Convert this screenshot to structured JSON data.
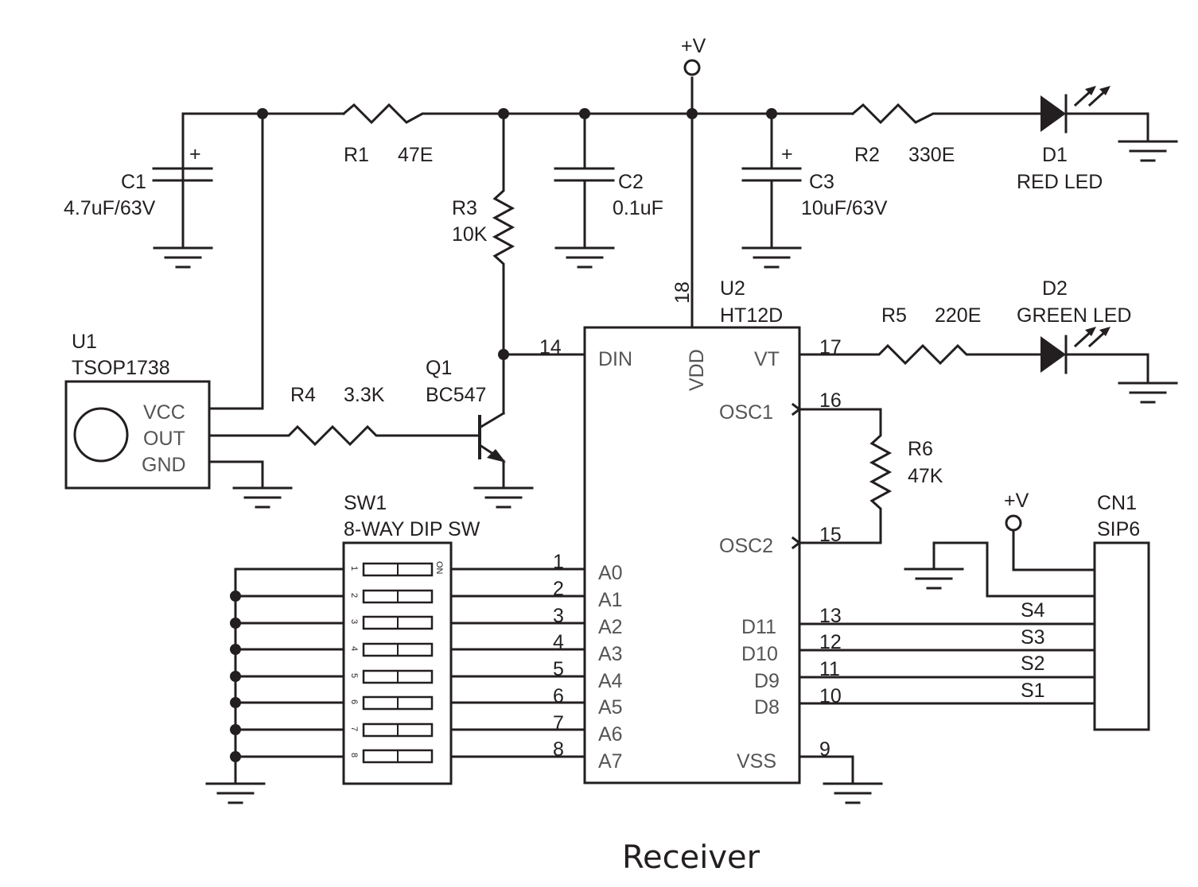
{
  "caption": "Receiver",
  "power": {
    "top_label": "+V",
    "cn_label": "+V"
  },
  "c1": {
    "ref": "C1",
    "value": "4.7uF/63V",
    "pol": "+"
  },
  "c2": {
    "ref": "C2",
    "value": "0.1uF"
  },
  "c3": {
    "ref": "C3",
    "value": "10uF/63V",
    "pol": "+"
  },
  "r1": {
    "ref": "R1",
    "value": "47E"
  },
  "r2": {
    "ref": "R2",
    "value": "330E"
  },
  "r3": {
    "ref": "R3",
    "value": "10K"
  },
  "r4": {
    "ref": "R4",
    "value": "3.3K"
  },
  "r5": {
    "ref": "R5",
    "value": "220E"
  },
  "r6": {
    "ref": "R6",
    "value": "47K"
  },
  "d1": {
    "ref": "D1",
    "value": "RED LED"
  },
  "d2": {
    "ref": "D2",
    "value": "GREEN LED"
  },
  "q1": {
    "ref": "Q1",
    "value": "BC547"
  },
  "u1": {
    "ref": "U1",
    "value": "TSOP1738",
    "pins": [
      "VCC",
      "OUT",
      "GND"
    ]
  },
  "u2": {
    "ref": "U2",
    "value": "HT12D",
    "left_pins": [
      {
        "name": "DIN",
        "num": "14"
      },
      {
        "name": "A0",
        "num": "1"
      },
      {
        "name": "A1",
        "num": "2"
      },
      {
        "name": "A2",
        "num": "3"
      },
      {
        "name": "A3",
        "num": "4"
      },
      {
        "name": "A4",
        "num": "5"
      },
      {
        "name": "A5",
        "num": "6"
      },
      {
        "name": "A6",
        "num": "7"
      },
      {
        "name": "A7",
        "num": "8"
      }
    ],
    "right_pins": [
      {
        "name": "VT",
        "num": "17"
      },
      {
        "name": "OSC1",
        "num": "16"
      },
      {
        "name": "OSC2",
        "num": "15"
      },
      {
        "name": "D11",
        "num": "13"
      },
      {
        "name": "D10",
        "num": "12"
      },
      {
        "name": "D9",
        "num": "11"
      },
      {
        "name": "D8",
        "num": "10"
      },
      {
        "name": "VSS",
        "num": "9"
      }
    ],
    "top_pin": {
      "name": "VDD",
      "num": "18"
    }
  },
  "sw1": {
    "ref": "SW1",
    "value": "8-WAY DIP SW",
    "on_label": "ON",
    "positions": [
      "1",
      "2",
      "3",
      "4",
      "5",
      "6",
      "7",
      "8"
    ]
  },
  "cn1": {
    "ref": "CN1",
    "value": "SIP6",
    "signals": [
      "S4",
      "S3",
      "S2",
      "S1"
    ]
  }
}
